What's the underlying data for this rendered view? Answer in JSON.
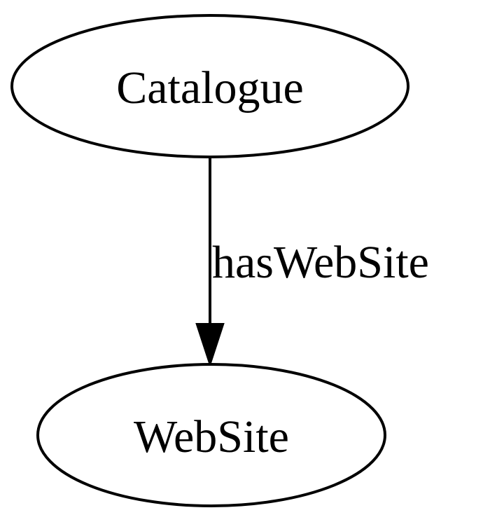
{
  "nodes": {
    "catalogue": {
      "label": "Catalogue"
    },
    "website": {
      "label": "WebSite"
    }
  },
  "edges": {
    "has_web_site": {
      "label": "hasWebSite",
      "from": "Catalogue",
      "to": "WebSite"
    }
  },
  "colors": {
    "stroke": "#000000",
    "background": "#ffffff"
  }
}
